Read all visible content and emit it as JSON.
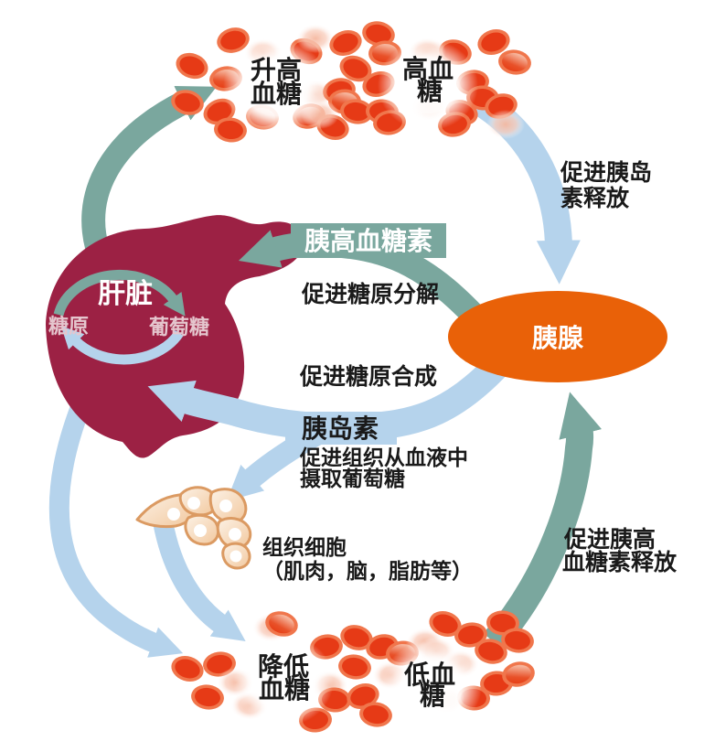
{
  "colors": {
    "teal": "#7AA79E",
    "light_blue": "#B5D3EC",
    "orange": "#E96108",
    "liver_maroon": "#9C2144",
    "cell_red": "#E63A16",
    "cell_rim": "#F0764C",
    "tissue_stroke": "#DB9A62",
    "text_black": "#1A1A1A",
    "white": "#FFFFFF"
  },
  "nodes": {
    "liver": {
      "label": "肝脏",
      "cycle_left": "糖原",
      "cycle_right": "葡萄糖"
    },
    "pancreas": {
      "label": "胰腺"
    },
    "tissue_cells": {
      "label_line1": "组织细胞",
      "label_line2": "（肌肉，脑，脂肪等）"
    }
  },
  "blood_states": {
    "raise": {
      "line1": "升高",
      "line2": "血糖"
    },
    "high": {
      "line1": "高血",
      "line2": "糖"
    },
    "lower": {
      "line1": "降低",
      "line2": "血糖"
    },
    "low": {
      "line1": "低血",
      "line2": "糖"
    }
  },
  "hormones": {
    "glucagon": {
      "name": "胰高血糖素",
      "liver_action": "促进糖原分解",
      "release_line1": "促进胰高",
      "release_line2": "血糖素释放"
    },
    "insulin": {
      "name": "胰岛素",
      "liver_action": "促进糖原合成",
      "tissue_action_line1": "促进组织从血液中",
      "tissue_action_line2": "摄取葡萄糖",
      "release_line1": "促进胰岛",
      "release_line2": "素释放"
    }
  }
}
